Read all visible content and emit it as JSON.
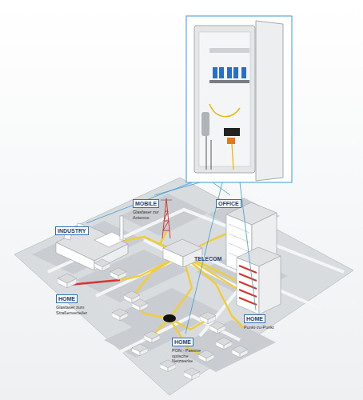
{
  "diagram": {
    "nodes": [
      {
        "text": [
          "INDUSTRY"
        ]
      },
      {
        "text": [
          "MOBILE",
          "Glasfaser zur Antenne"
        ]
      },
      {
        "text": [
          "OFFICE"
        ]
      },
      {
        "text": [
          "HOME",
          "Glasfaser zum Straßenverteiler"
        ]
      },
      {
        "text": [
          "HOME",
          "PON - Passive optische Netzwerke"
        ]
      },
      {
        "text": [
          "HOME",
          "Punkt-zu-Punkt"
        ]
      }
    ],
    "labels": [
      "TELECOM"
    ]
  }
}
